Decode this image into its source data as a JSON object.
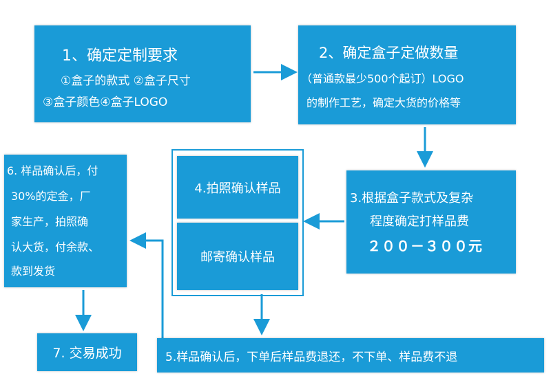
{
  "steps": {
    "step1": {
      "title": "1、确定定制要求",
      "line2": "①盒子的款式 ②盒子尺寸",
      "line3": "③盒子颜色④盒子LOGO"
    },
    "step2": {
      "title": "2、确定盒子定做数量",
      "line2": "（普通款最少500个起订）LOGO",
      "line3": "的制作工艺，确定大货的价格等"
    },
    "step3": {
      "line1": "3.根据盒子款式及复杂",
      "line2": "程度确定打样品费",
      "line3": "２００－３００元"
    },
    "step4": {
      "top": "4.拍照确认样品",
      "bottom": "邮寄确认样品"
    },
    "step5": {
      "text": "5.样品确认后，下单后样品费退还，不下单、样品费不退"
    },
    "step6": {
      "line1": "6. 样品确认后，付",
      "line2": "30%的定金，厂",
      "line3": "家生产，拍照确",
      "line4": "认大货，付余款、",
      "line5": "款到发货"
    },
    "step7": {
      "text": "7. 交易成功"
    }
  },
  "colors": {
    "box": "#1a9bd7",
    "arrow": "#1a9bd7",
    "text": "#ffffff"
  }
}
